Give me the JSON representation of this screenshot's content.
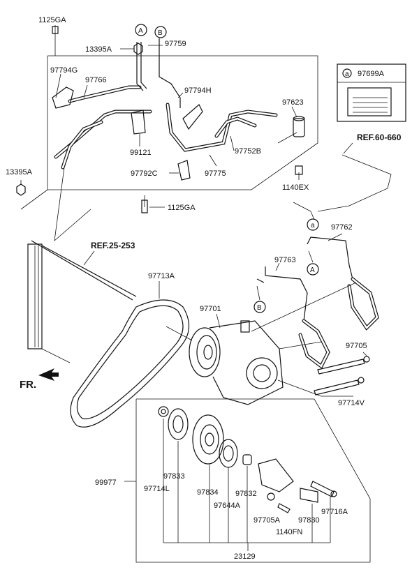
{
  "labels": {
    "p1125GA_top": "1125GA",
    "p13395A_top": "13395A",
    "pA_top": "A",
    "pB_top": "B",
    "p97759": "97759",
    "p97794G": "97794G",
    "p97766": "97766",
    "p97794H": "97794H",
    "p97623": "97623",
    "p99121": "99121",
    "p97752B": "97752B",
    "p13395A_left": "13395A",
    "p97792C": "97792C",
    "p97775": "97775",
    "p1140EX": "1140EX",
    "p1125GA_bottom": "1125GA",
    "p97699A": "97699A",
    "p_a_box": "a",
    "p_a_label": "a",
    "ref60": "REF.60-660",
    "p97762": "97762",
    "ref25": "REF.25-253",
    "p97763": "97763",
    "pA_mid": "A",
    "pB_mid": "B",
    "p97713A": "97713A",
    "p97701": "97701",
    "p97705": "97705",
    "p97714V": "97714V",
    "fr": "FR.",
    "p99977": "99977",
    "p97833": "97833",
    "p97714L": "97714L",
    "p97834": "97834",
    "p97832": "97832",
    "p97644A": "97644A",
    "p97716A": "97716A",
    "p97705A": "97705A",
    "p97830": "97830",
    "p1140FN": "1140FN",
    "p23129": "23129"
  }
}
